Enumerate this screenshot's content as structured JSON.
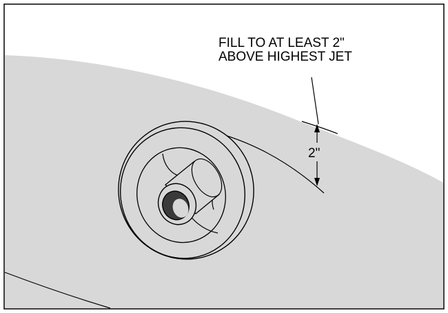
{
  "annotation": {
    "line1": "FILL TO AT LEAST 2\"",
    "line2": "ABOVE HIGHEST JET"
  },
  "dimension": {
    "label": "2\""
  },
  "colors": {
    "tub_surface": "#d8d8d8",
    "outline": "#000000",
    "background": "#ffffff",
    "jet_bore": "#3a3a3a"
  }
}
